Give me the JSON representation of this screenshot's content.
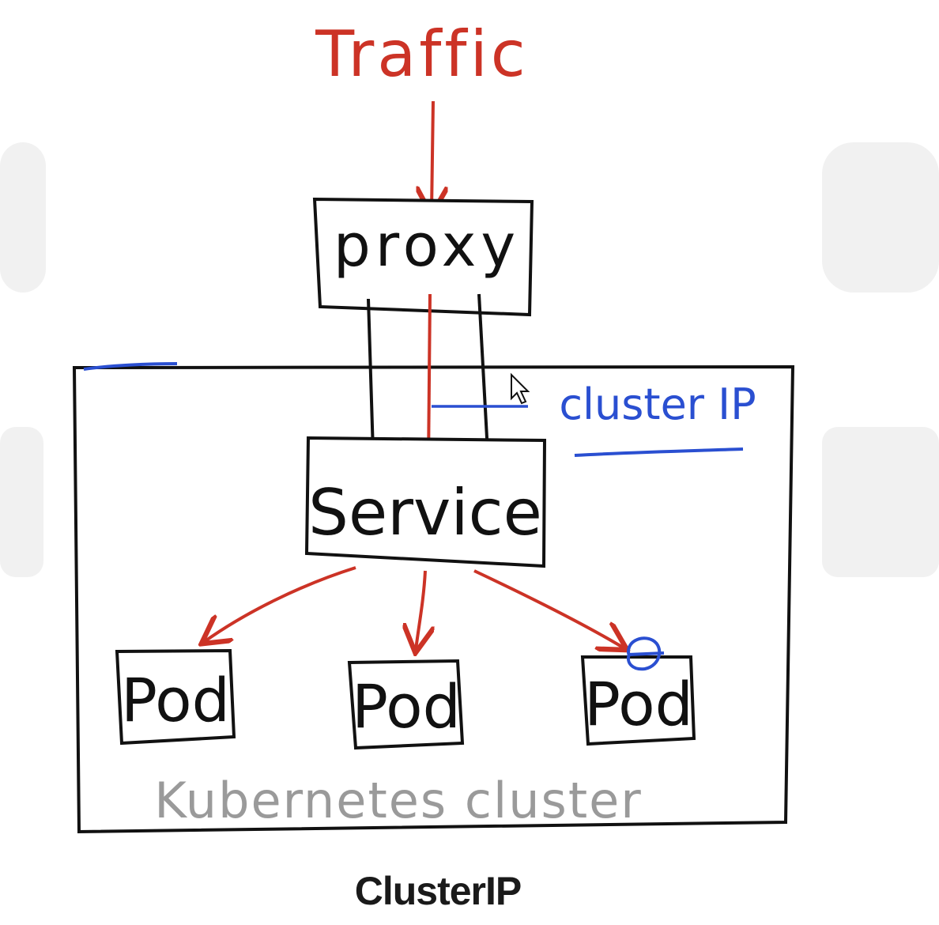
{
  "diagram": {
    "traffic_label": "Traffic",
    "proxy_label": "proxy",
    "service_label": "Service",
    "pod_labels": [
      "Pod",
      "Pod",
      "Pod"
    ],
    "annotation_label": "cluster IP",
    "cluster_label": "Kubernetes cluster",
    "caption": "ClusterIP"
  },
  "colors": {
    "traffic_arrow": "#cc3326",
    "box_stroke": "#111111",
    "annotation": "#2a4fd1",
    "cluster_label": "#9a9a9a"
  },
  "icons": {
    "cursor": "mouse-pointer-icon"
  }
}
